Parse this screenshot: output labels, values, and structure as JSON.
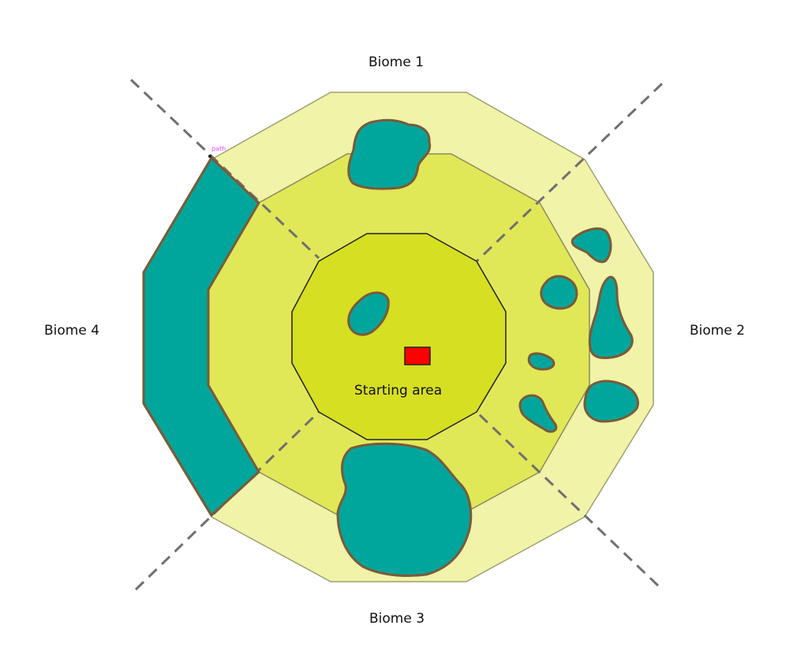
{
  "labels": {
    "biome1": "Biome 1",
    "biome2": "Biome 2",
    "biome3": "Biome 3",
    "biome4": "Biome 4",
    "starting_area": "Starting area",
    "path_tag": "path"
  },
  "colors": {
    "outer_ring": "#f0f3a8",
    "middle_ring": "#e1e857",
    "inner_area": "#d6df22",
    "water": "#00a69b",
    "water_stroke": "#7a5a3a",
    "divider": "#707070",
    "start_marker": "#ff0000"
  }
}
